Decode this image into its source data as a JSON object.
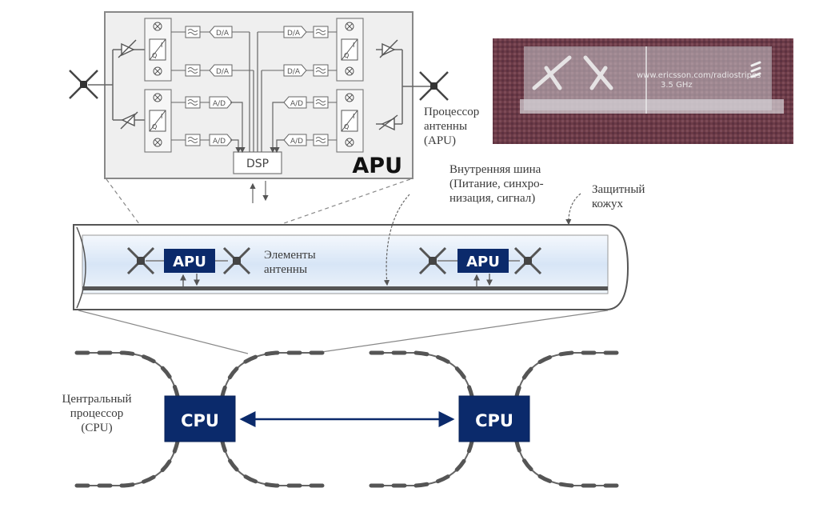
{
  "diagram": {
    "colors": {
      "navy": "#0b2a6b",
      "apu_panel_bg": "#efefef",
      "tube_fill": "#dde9f7",
      "line_gray": "#666666",
      "photo_bg": "#6e3f4a"
    },
    "apu_detail": {
      "title": "APU",
      "dsp_label": "DSP",
      "converters": {
        "tx_top_left": "D/A",
        "tx_bottom_left": "D/A",
        "rx_top_left": "A/D",
        "rx_bottom_left": "A/D",
        "tx_top_right": "D/A",
        "tx_bottom_right": "D/A",
        "rx_top_right": "A/D",
        "rx_bottom_right": "A/D"
      },
      "iq_label_i": "I",
      "iq_label_q": "Q"
    },
    "labels": {
      "antenna_processor": [
        "Процессор",
        "антенны",
        "(APU)"
      ],
      "internal_bus": [
        "Внутренняя шина",
        "(Питание, синхро-",
        "низация, сигнал)"
      ],
      "protective_cover": [
        "Защитный",
        "кожух"
      ],
      "antenna_elements": [
        "Элементы",
        "антенны"
      ],
      "central_processor": [
        "Центральный",
        "процессор",
        "(CPU)"
      ]
    },
    "stripe": {
      "apu_left": "APU",
      "apu_right": "APU"
    },
    "cpu": {
      "left": "CPU",
      "right": "CPU"
    },
    "photo": {
      "url_text": "www.ericsson.com/radiostripes",
      "freq_text": "3.5 GHz"
    }
  }
}
